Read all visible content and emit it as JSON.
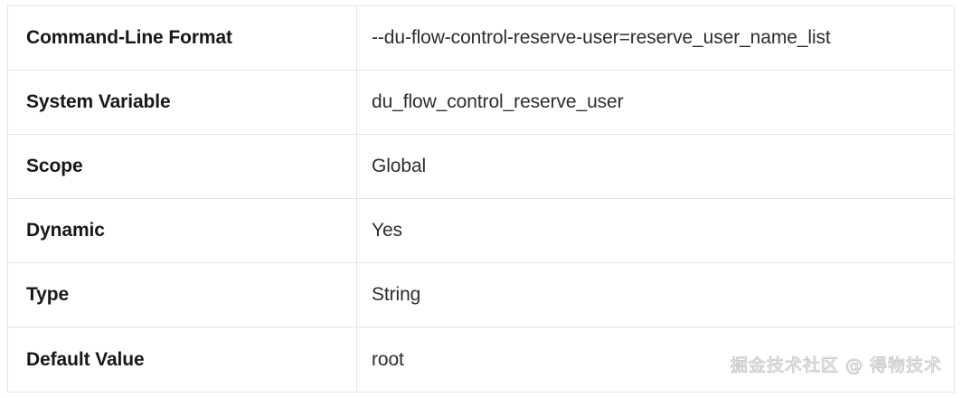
{
  "table": {
    "rows": [
      {
        "label": "Command-Line Format",
        "value": "--du-flow-control-reserve-user=reserve_user_name_list"
      },
      {
        "label": "System Variable",
        "value": "du_flow_control_reserve_user"
      },
      {
        "label": "Scope",
        "value": "Global"
      },
      {
        "label": "Dynamic",
        "value": "Yes"
      },
      {
        "label": "Type",
        "value": "String"
      },
      {
        "label": "Default Value",
        "value": "root"
      }
    ]
  },
  "watermark": {
    "text": "掘金技术社区 @ 得物技术"
  },
  "colors": {
    "background": "#ffffff",
    "border": "#e2e4e6",
    "label_text": "#16181a",
    "value_text": "#2b2d2f",
    "watermark_stroke": "#c9cccf"
  }
}
